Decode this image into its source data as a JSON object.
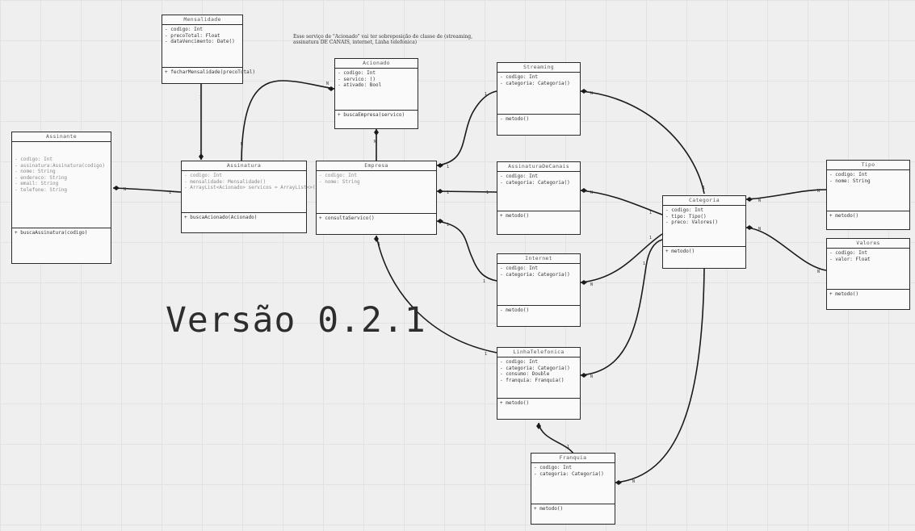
{
  "note": "Esse serviço de \"Acionado\" vai ter sobreposição de classe de (streaming, assinatura DE CANAIS, internet, Linha telefonica)",
  "version_label": "Versão 0.2.1",
  "classes": {
    "mensalidade": {
      "title": "Mensalidade",
      "attrs": [
        "- codigo: Int",
        "- precoTotal: Float",
        "- dataVencimento: Date()"
      ],
      "ops": [
        "+ fecharMensalidade(precoTotal)"
      ]
    },
    "acionado": {
      "title": "Acionado",
      "attrs": [
        "- codigo: Int",
        "- servico: ()",
        "- ativado: Bool"
      ],
      "ops": [
        "+ buscaEmpresa(servico)"
      ]
    },
    "assinante": {
      "title": "Assinante",
      "attrs": [
        "- codigo: Int",
        "- assinatura:Assinatura(codigo)",
        "- nome: String",
        "- endereco: String",
        "- email: String",
        "- telefone: String"
      ],
      "ops": [
        "+ buscaAssinatura(codigo)"
      ]
    },
    "assinatura": {
      "title": "Assinatura",
      "attrs": [
        "- codigo: Int",
        "- mensalidade: Mensalidade()",
        "- ArrayList<Acionado> servicos = ArrayList<>()"
      ],
      "ops": [
        "+ buscaAcionado(Acionado)"
      ]
    },
    "empresa": {
      "title": "Empresa",
      "attrs": [
        "- codigo: Int",
        "- nome: String"
      ],
      "ops": [
        "+ consultaServico()"
      ]
    },
    "streaming": {
      "title": "Streaming",
      "attrs": [
        "- codigo: Int",
        "- categoria: Categoria()"
      ],
      "ops": [
        "- metodo()"
      ]
    },
    "assinatura_canais": {
      "title": "AssinaturaDeCanais",
      "attrs": [
        "- codigo: Int",
        "- categoria: Categoria()"
      ],
      "ops": [
        "+ metodo()"
      ]
    },
    "internet": {
      "title": "Internet",
      "attrs": [
        "- codigo: Int",
        "- categoria: Categoria()"
      ],
      "ops": [
        "- metodo()"
      ]
    },
    "linha_telefonica": {
      "title": "LinhaTelefonica",
      "attrs": [
        "- codigo: Int",
        "- categoria: Categoria()",
        "- consumo: Double",
        "- franquia: Franquia()"
      ],
      "ops": [
        "+ metodo()"
      ]
    },
    "franquia": {
      "title": "Franquia",
      "attrs": [
        "- codigo: Int",
        "- categoria: Categoria()"
      ],
      "ops": [
        "+ metodo()"
      ]
    },
    "categoria": {
      "title": "Categoria",
      "attrs": [
        "- codigo: Int",
        "- tipo: Tipo()",
        "- preco: Valores()"
      ],
      "ops": [
        "+ metodo()"
      ]
    },
    "tipo": {
      "title": "Tipo",
      "attrs": [
        "- codigo: Int",
        "- nome: String"
      ],
      "ops": [
        "+ metodo()"
      ]
    },
    "valores": {
      "title": "Valores",
      "attrs": [
        "- codigo: Int",
        "- valor: Float"
      ],
      "ops": [
        "+ metodo()"
      ]
    }
  },
  "multiplicities": {
    "one": "1",
    "many": "N"
  }
}
